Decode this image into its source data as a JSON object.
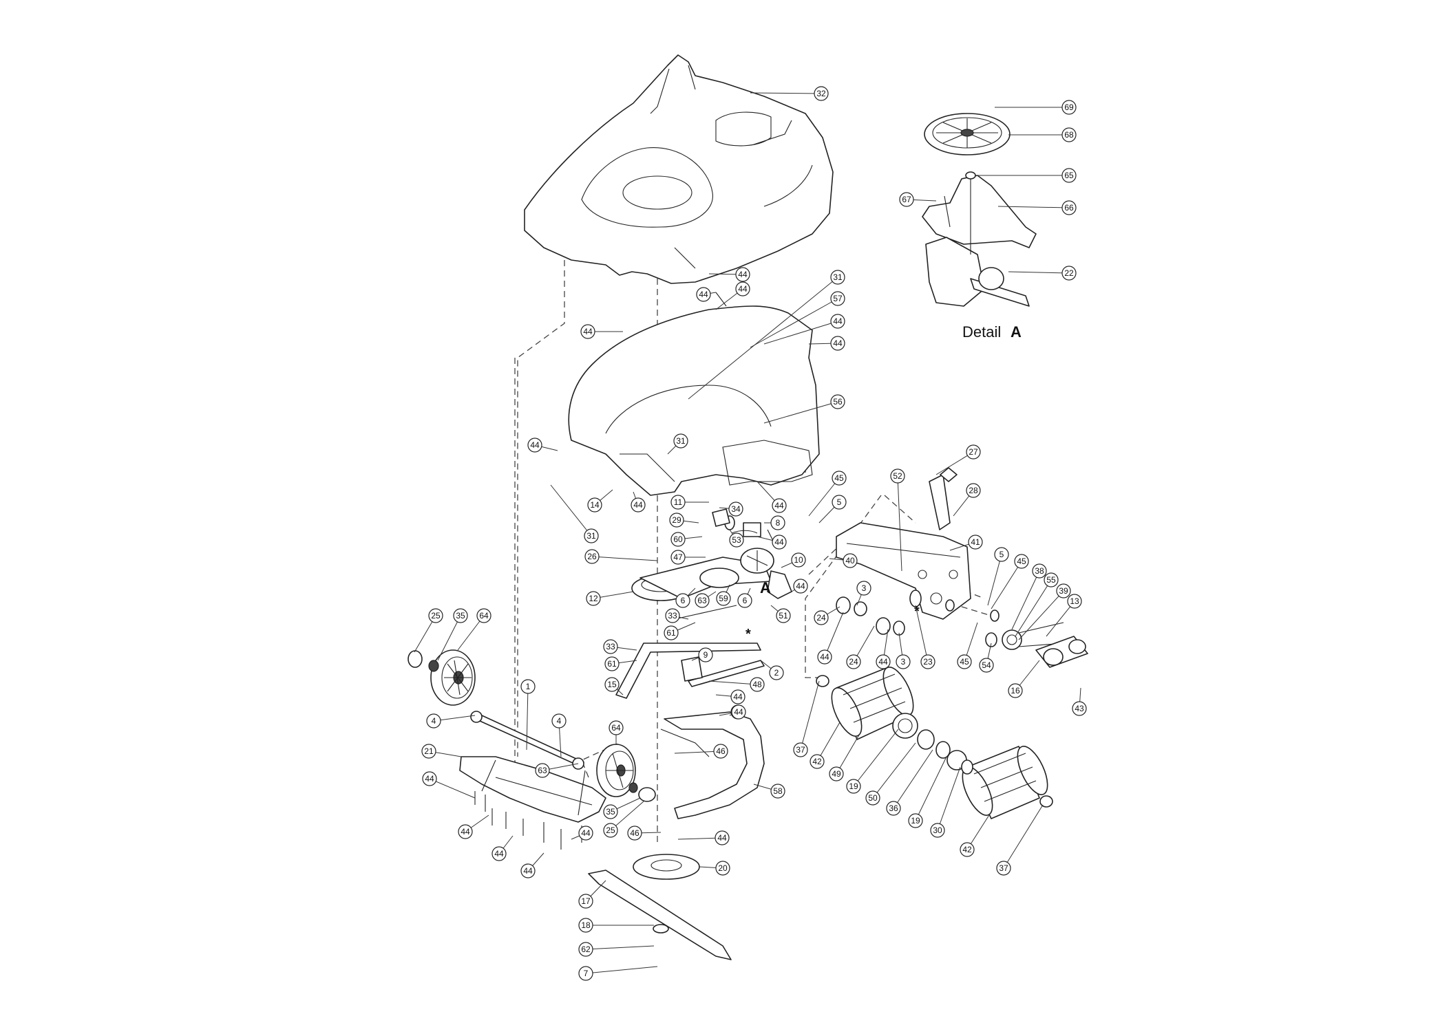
{
  "detail": {
    "title_word": "Detail",
    "title_letter": "A"
  },
  "marker_letter": "A",
  "star_symbol": "*",
  "callouts": [
    {
      "id": "32",
      "label": "32"
    },
    {
      "id": "31a",
      "label": "31"
    },
    {
      "id": "44a",
      "label": "44"
    },
    {
      "id": "44b",
      "label": "44"
    },
    {
      "id": "57",
      "label": "57"
    },
    {
      "id": "44c",
      "label": "44"
    },
    {
      "id": "44d",
      "label": "44"
    },
    {
      "id": "44e",
      "label": "44"
    },
    {
      "id": "56",
      "label": "56"
    },
    {
      "id": "44f",
      "label": "44"
    },
    {
      "id": "31b",
      "label": "31"
    },
    {
      "id": "44g",
      "label": "44"
    },
    {
      "id": "14",
      "label": "14"
    },
    {
      "id": "44h",
      "label": "44"
    },
    {
      "id": "31c",
      "label": "31"
    },
    {
      "id": "11",
      "label": "11"
    },
    {
      "id": "34",
      "label": "34"
    },
    {
      "id": "44i",
      "label": "44"
    },
    {
      "id": "29",
      "label": "29"
    },
    {
      "id": "8",
      "label": "8"
    },
    {
      "id": "60",
      "label": "60"
    },
    {
      "id": "53",
      "label": "53"
    },
    {
      "id": "44j",
      "label": "44"
    },
    {
      "id": "47",
      "label": "47"
    },
    {
      "id": "26",
      "label": "26"
    },
    {
      "id": "10",
      "label": "10"
    },
    {
      "id": "40",
      "label": "40"
    },
    {
      "id": "12",
      "label": "12"
    },
    {
      "id": "6a",
      "label": "6"
    },
    {
      "id": "63a",
      "label": "63"
    },
    {
      "id": "59",
      "label": "59"
    },
    {
      "id": "6b",
      "label": "6"
    },
    {
      "id": "51",
      "label": "51"
    },
    {
      "id": "44k",
      "label": "44"
    },
    {
      "id": "33a",
      "label": "33"
    },
    {
      "id": "61a",
      "label": "61"
    },
    {
      "id": "33b",
      "label": "33"
    },
    {
      "id": "61b",
      "label": "61"
    },
    {
      "id": "15",
      "label": "15"
    },
    {
      "id": "9",
      "label": "9"
    },
    {
      "id": "2",
      "label": "2"
    },
    {
      "id": "48",
      "label": "48"
    },
    {
      "id": "44l",
      "label": "44"
    },
    {
      "id": "44m",
      "label": "44"
    },
    {
      "id": "25a",
      "label": "25"
    },
    {
      "id": "35a",
      "label": "35"
    },
    {
      "id": "64a",
      "label": "64"
    },
    {
      "id": "1",
      "label": "1"
    },
    {
      "id": "4a",
      "label": "4"
    },
    {
      "id": "4b",
      "label": "4"
    },
    {
      "id": "64b",
      "label": "64"
    },
    {
      "id": "21",
      "label": "21"
    },
    {
      "id": "63b",
      "label": "63"
    },
    {
      "id": "46a",
      "label": "46"
    },
    {
      "id": "44n",
      "label": "44"
    },
    {
      "id": "58",
      "label": "58"
    },
    {
      "id": "35b",
      "label": "35"
    },
    {
      "id": "25b",
      "label": "25"
    },
    {
      "id": "44o",
      "label": "44"
    },
    {
      "id": "44p",
      "label": "44"
    },
    {
      "id": "44q",
      "label": "44"
    },
    {
      "id": "44r",
      "label": "44"
    },
    {
      "id": "46b",
      "label": "46"
    },
    {
      "id": "44s",
      "label": "44"
    },
    {
      "id": "44t",
      "label": "44"
    },
    {
      "id": "20",
      "label": "20"
    },
    {
      "id": "17",
      "label": "17"
    },
    {
      "id": "18",
      "label": "18"
    },
    {
      "id": "62",
      "label": "62"
    },
    {
      "id": "7",
      "label": "7"
    },
    {
      "id": "69",
      "label": "69"
    },
    {
      "id": "68",
      "label": "68"
    },
    {
      "id": "65",
      "label": "65"
    },
    {
      "id": "67",
      "label": "67"
    },
    {
      "id": "66",
      "label": "66"
    },
    {
      "id": "22",
      "label": "22"
    },
    {
      "id": "27",
      "label": "27"
    },
    {
      "id": "28",
      "label": "28"
    },
    {
      "id": "52",
      "label": "52"
    },
    {
      "id": "45a",
      "label": "45"
    },
    {
      "id": "5a",
      "label": "5"
    },
    {
      "id": "41",
      "label": "41"
    },
    {
      "id": "3a",
      "label": "3"
    },
    {
      "id": "5b",
      "label": "5"
    },
    {
      "id": "45b",
      "label": "45"
    },
    {
      "id": "38",
      "label": "38"
    },
    {
      "id": "55",
      "label": "55"
    },
    {
      "id": "39",
      "label": "39"
    },
    {
      "id": "13",
      "label": "13"
    },
    {
      "id": "24a",
      "label": "24"
    },
    {
      "id": "24b",
      "label": "24"
    },
    {
      "id": "44u",
      "label": "44"
    },
    {
      "id": "44v",
      "label": "44"
    },
    {
      "id": "3b",
      "label": "3"
    },
    {
      "id": "23",
      "label": "23"
    },
    {
      "id": "45c",
      "label": "45"
    },
    {
      "id": "54",
      "label": "54"
    },
    {
      "id": "16",
      "label": "16"
    },
    {
      "id": "43",
      "label": "43"
    },
    {
      "id": "37a",
      "label": "37"
    },
    {
      "id": "42a",
      "label": "42"
    },
    {
      "id": "49",
      "label": "49"
    },
    {
      "id": "19a",
      "label": "19"
    },
    {
      "id": "50",
      "label": "50"
    },
    {
      "id": "36",
      "label": "36"
    },
    {
      "id": "19b",
      "label": "19"
    },
    {
      "id": "30",
      "label": "30"
    },
    {
      "id": "42b",
      "label": "42"
    },
    {
      "id": "37b",
      "label": "37"
    }
  ]
}
